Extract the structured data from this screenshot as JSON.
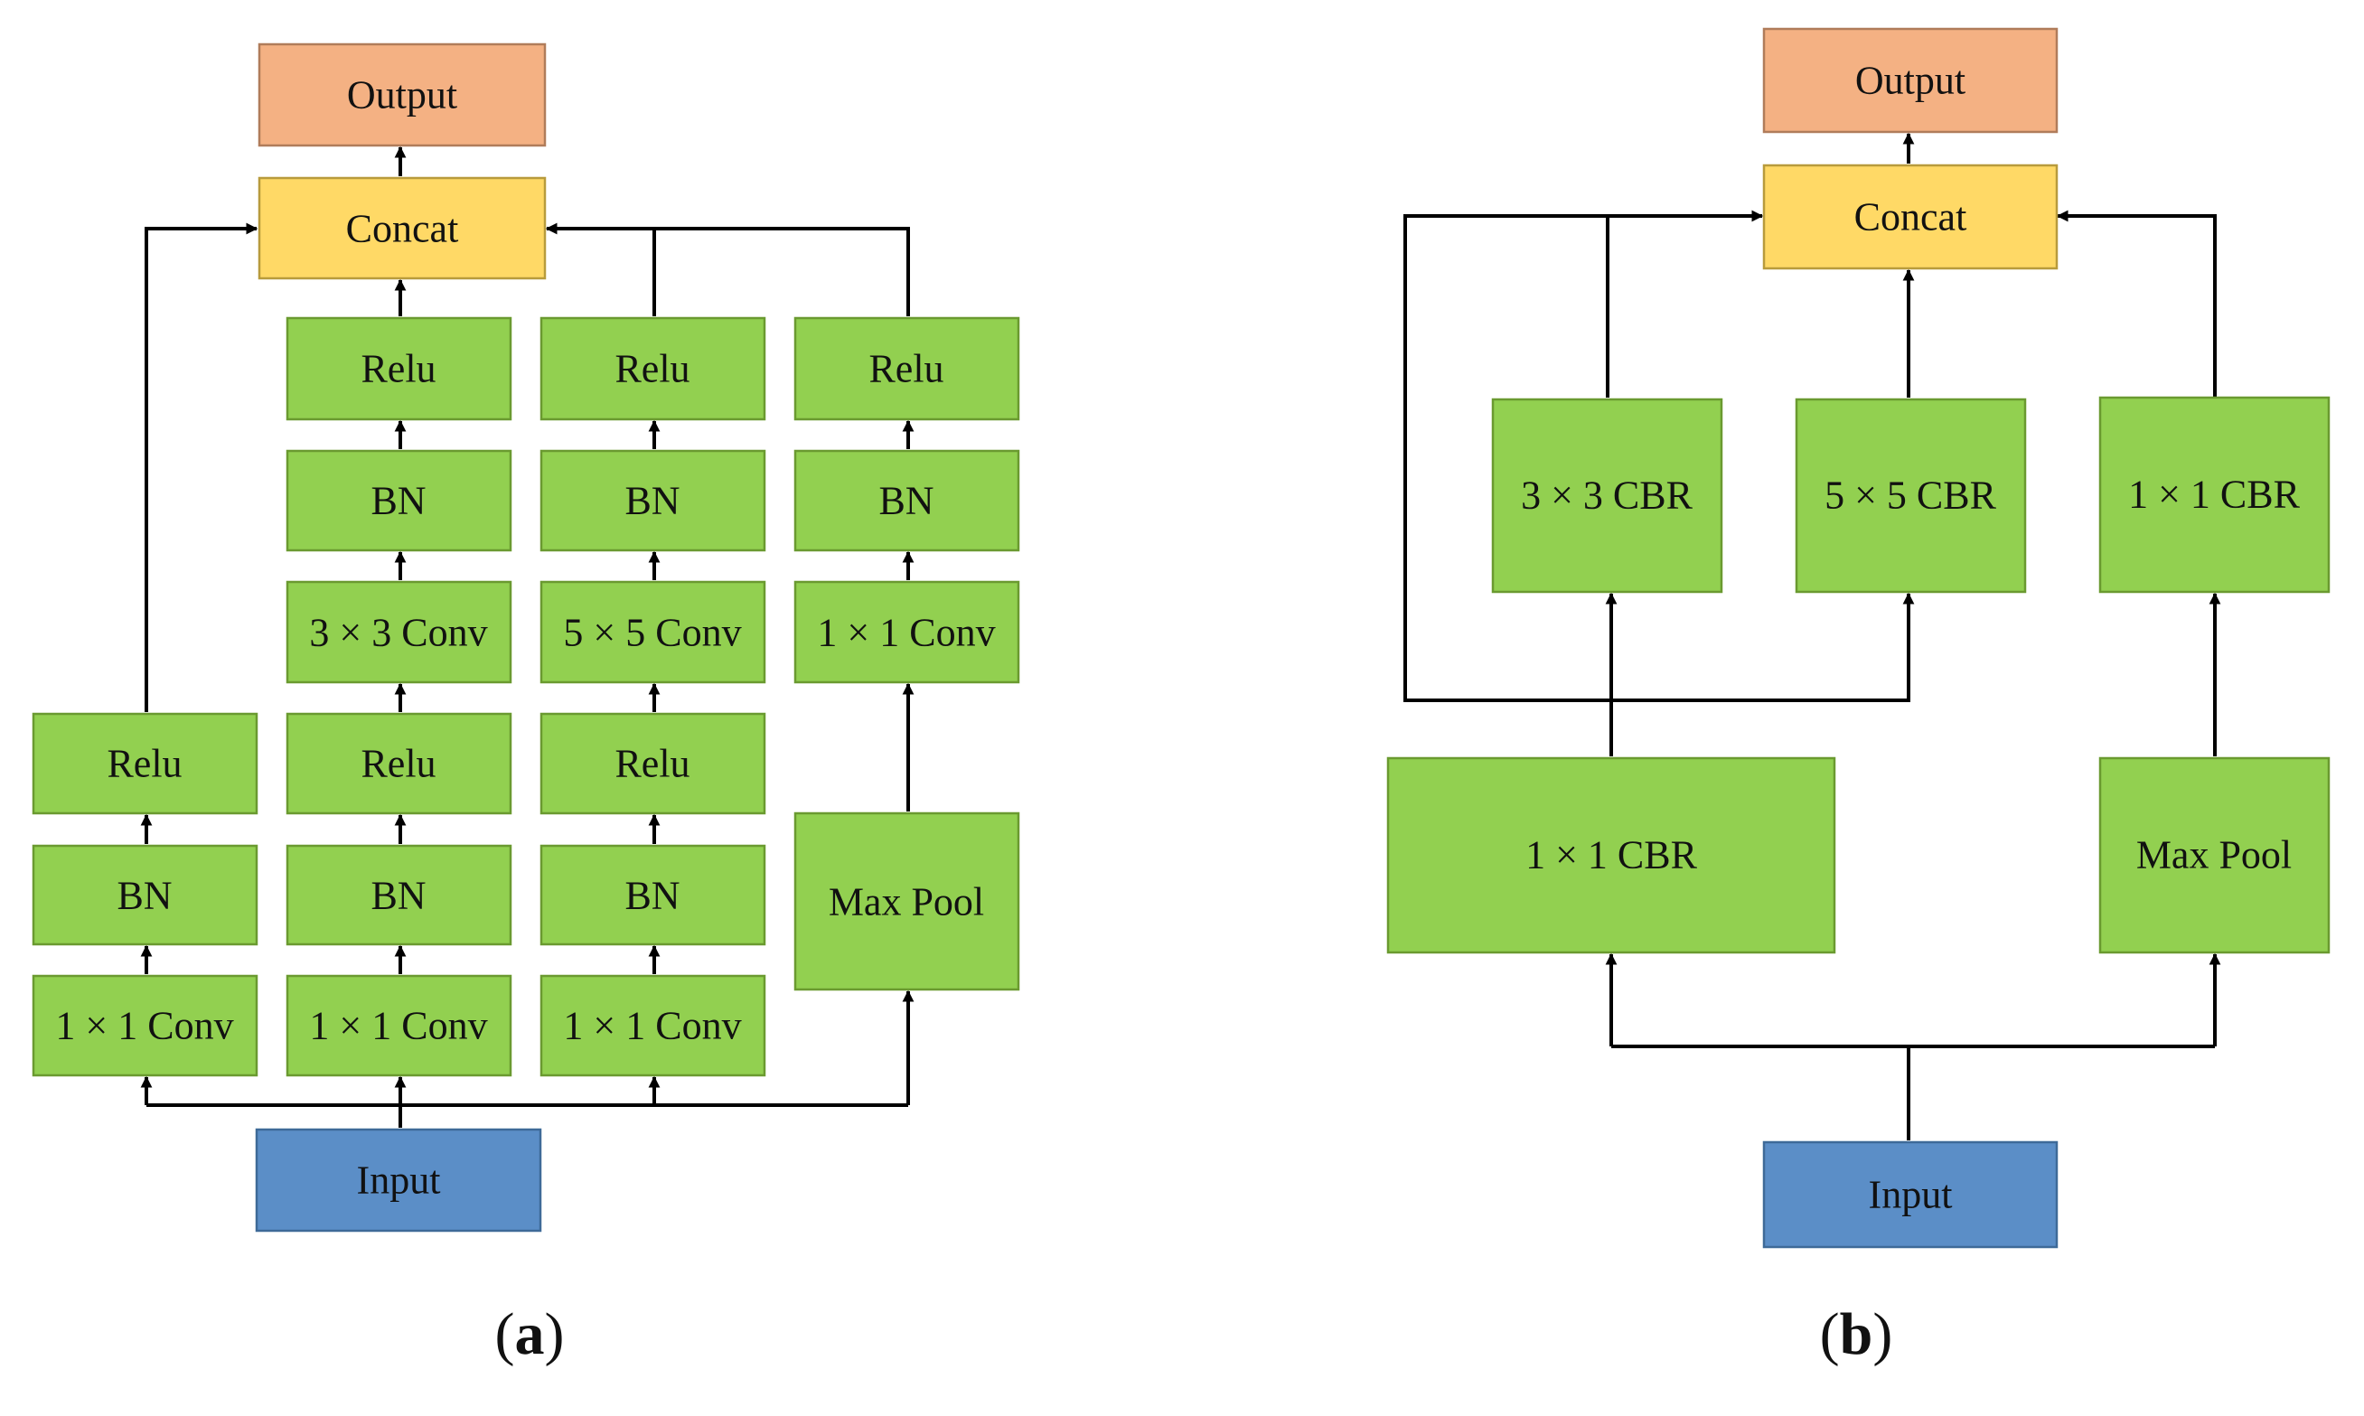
{
  "colors": {
    "green": "#92d050",
    "green_border": "#6a9a30",
    "orange": "#f4b183",
    "orange_border": "#b07c5a",
    "yellow": "#ffd966",
    "yellow_border": "#b89b3c",
    "blue": "#5b8ec7",
    "blue_border": "#3e6a98",
    "line": "#000000"
  },
  "diagram_a": {
    "caption_letter": "a",
    "output": "Output",
    "concat": "Concat",
    "input": "Input",
    "branch1": {
      "relu": "Relu",
      "bn": "BN",
      "conv": "1 × 1 Conv"
    },
    "branch2": {
      "relu2": "Relu",
      "bn2": "BN",
      "conv2": "3 × 3 Conv",
      "relu1": "Relu",
      "bn1": "BN",
      "conv1": "1 × 1 Conv"
    },
    "branch3": {
      "relu2": "Relu",
      "bn2": "BN",
      "conv2": "5 × 5 Conv",
      "relu1": "Relu",
      "bn1": "BN",
      "conv1": "1 × 1 Conv"
    },
    "branch4": {
      "relu": "Relu",
      "bn": "BN",
      "conv": "1 × 1 Conv",
      "pool": "Max Pool"
    }
  },
  "diagram_b": {
    "caption_letter": "b",
    "output": "Output",
    "concat": "Concat",
    "input": "Input",
    "cbr3": "3 × 3 CBR",
    "cbr5": "5 × 5 CBR",
    "cbr1_right": "1 × 1 CBR",
    "cbr1_left": "1 × 1 CBR",
    "pool": "Max Pool"
  }
}
